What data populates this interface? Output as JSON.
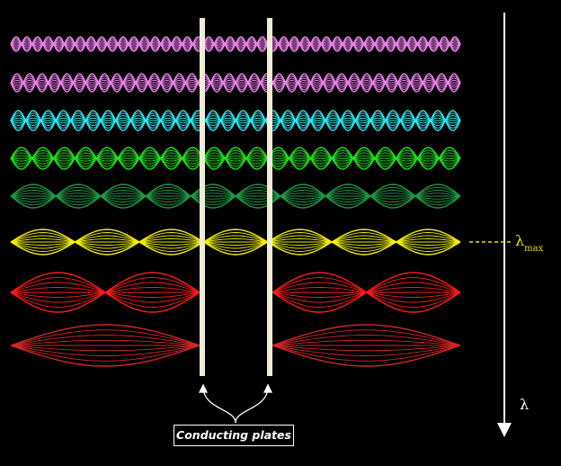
{
  "title": "Standing wave modes between conducting plates",
  "modes": [
    {
      "name": "mode-1",
      "color": "#ec82ec",
      "half_wavelengths": 42,
      "amplitude": 8,
      "inside_plates": true
    },
    {
      "name": "mode-2",
      "color": "#ec82ec",
      "half_wavelengths": 36,
      "amplitude": 10,
      "inside_plates": true
    },
    {
      "name": "mode-3",
      "color": "#2ee8ee",
      "half_wavelengths": 30,
      "amplitude": 11,
      "inside_plates": true
    },
    {
      "name": "mode-4",
      "color": "#22e022",
      "half_wavelengths": 21,
      "amplitude": 12,
      "inside_plates": true
    },
    {
      "name": "mode-5",
      "color": "#1f9a45",
      "half_wavelengths": 10,
      "amplitude": 13,
      "inside_plates": true
    },
    {
      "name": "mode-6",
      "color": "#f2f000",
      "half_wavelengths": 7,
      "amplitude": 14,
      "inside_plates": true
    },
    {
      "name": "mode-7",
      "color": "#ff1a1a",
      "half_wavelengths": 4,
      "amplitude": 22,
      "inside_plates": false
    },
    {
      "name": "mode-8",
      "color": "#d02626",
      "half_wavelengths": 2,
      "amplitude": 23,
      "inside_plates": false
    }
  ],
  "labels": {
    "plates": "Conducting plates",
    "lambda": "λ",
    "lambda_max": "λ",
    "lambda_max_sub": "max"
  },
  "colors": {
    "plate": "#f0ecd8",
    "axis": "#ffffff",
    "lambda_max": "#f0e000"
  }
}
